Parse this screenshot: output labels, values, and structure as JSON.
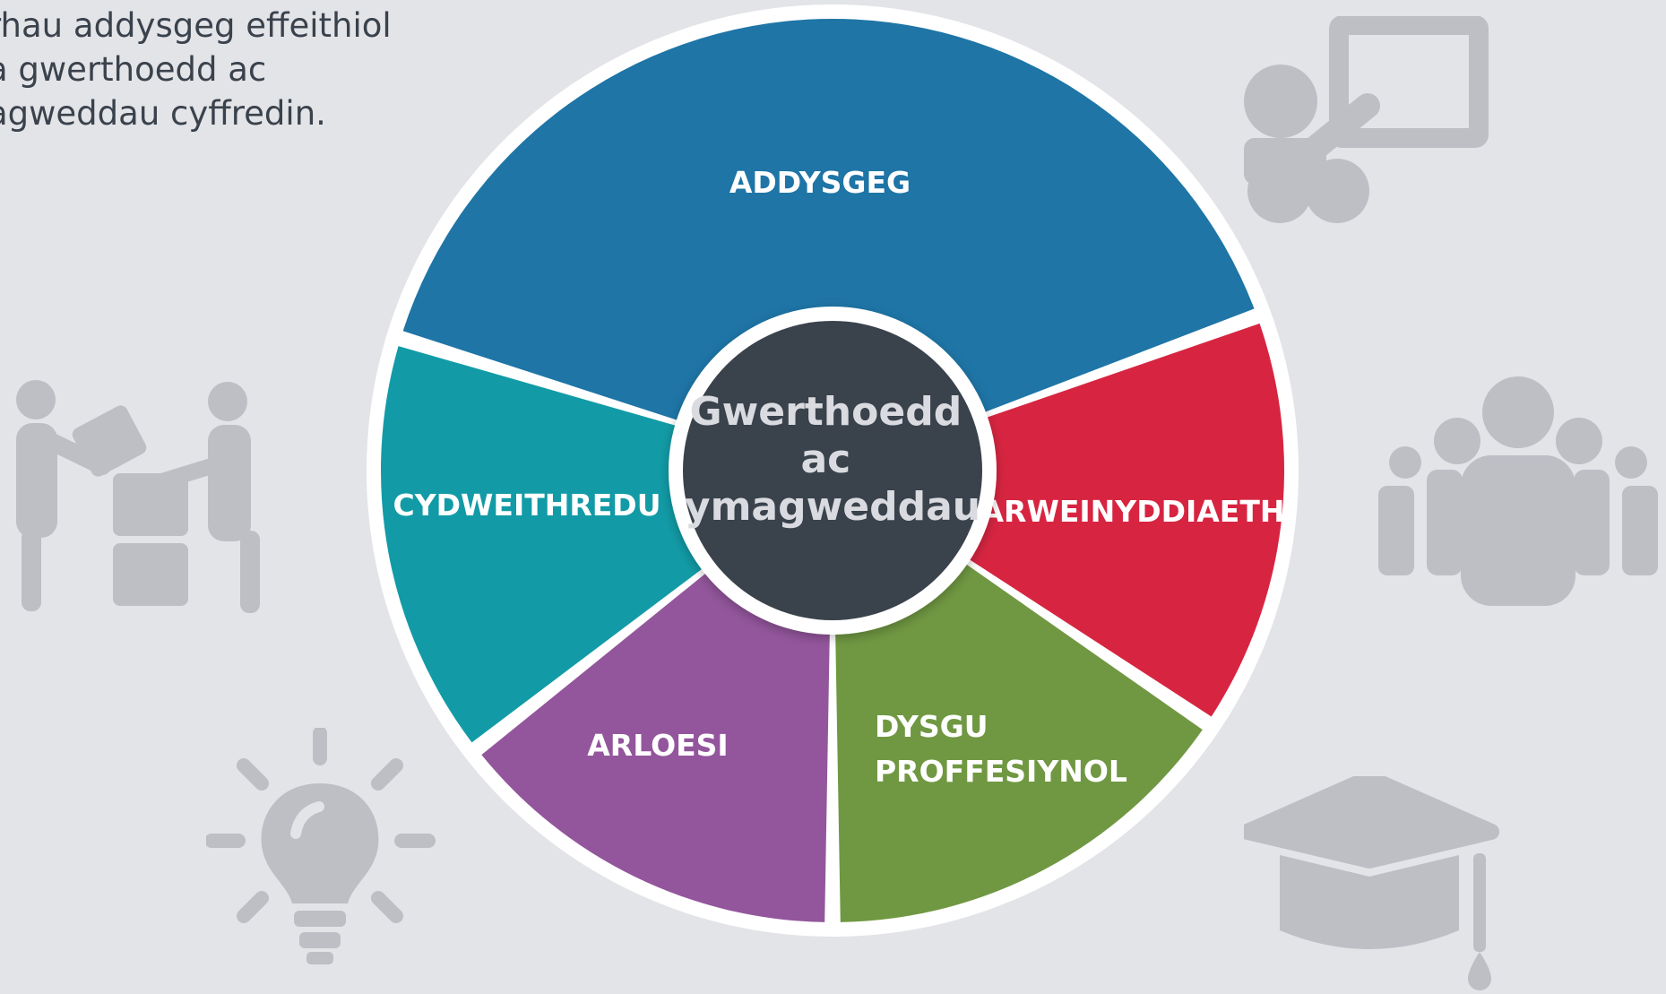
{
  "intro": {
    "lines": [
      "rhau addysgeg effeithiol",
      "a gwerthoedd ac",
      "agweddau cyffredin."
    ]
  },
  "wheel": {
    "center_lines": [
      "Gwerthoedd",
      "ac",
      "ymagweddau"
    ],
    "segments": [
      {
        "id": "addysgeg",
        "label_lines": [
          "ADDYSGEG"
        ],
        "color": "#1e75a6"
      },
      {
        "id": "arweinyddiaeth",
        "label_lines": [
          "ARWEINYDDIAETH"
        ],
        "color": "#d72541"
      },
      {
        "id": "dysgu-proffesiynol",
        "label_lines": [
          "DYSGU",
          "PROFFESIYNOL"
        ],
        "color": "#709842"
      },
      {
        "id": "arloesi",
        "label_lines": [
          "ARLOESI"
        ],
        "color": "#93569c"
      },
      {
        "id": "cydweithredu",
        "label_lines": [
          "CYDWEITHREDU"
        ],
        "color": "#129ba6"
      }
    ],
    "hub_color": "#3a424c",
    "ring_color": "#ffffff"
  },
  "icons": [
    {
      "name": "teacher-presentation-icon"
    },
    {
      "name": "group-people-icon"
    },
    {
      "name": "graduation-cap-icon"
    },
    {
      "name": "lightbulb-icon"
    },
    {
      "name": "collaboration-people-icon"
    }
  ],
  "colors": {
    "background": "#e3e4e8",
    "icon": "#bdbfc5",
    "text": "#3a424c"
  }
}
